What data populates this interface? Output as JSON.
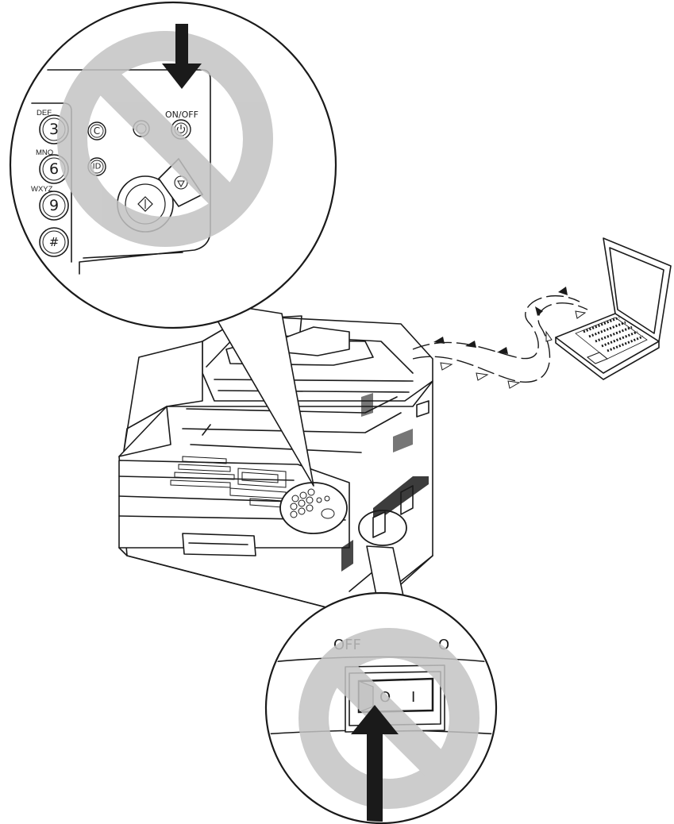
{
  "panel_zoom": {
    "keys": [
      {
        "letters": "DEF",
        "digit": "3"
      },
      {
        "letters": "MNO",
        "digit": "6"
      },
      {
        "letters": "WXYZ",
        "digit": "9"
      },
      {
        "letters": "",
        "digit": "#"
      }
    ],
    "clear_key": "C",
    "id_key": "ID",
    "power_label": "ON/OFF"
  },
  "switch_zoom": {
    "off_label": "OFF",
    "o_label": "O",
    "switch_off_symbol": "O",
    "switch_on_symbol": "I"
  },
  "colors": {
    "line": "#1a1a1a",
    "prohibition": "#c3c3c3",
    "arrow": "#1a1a1a"
  },
  "icons": [
    "prohibition-sign-icon",
    "down-arrow-icon",
    "up-arrow-icon",
    "laptop-icon",
    "printer-icon",
    "power-icon",
    "stop-icon",
    "start-icon"
  ]
}
